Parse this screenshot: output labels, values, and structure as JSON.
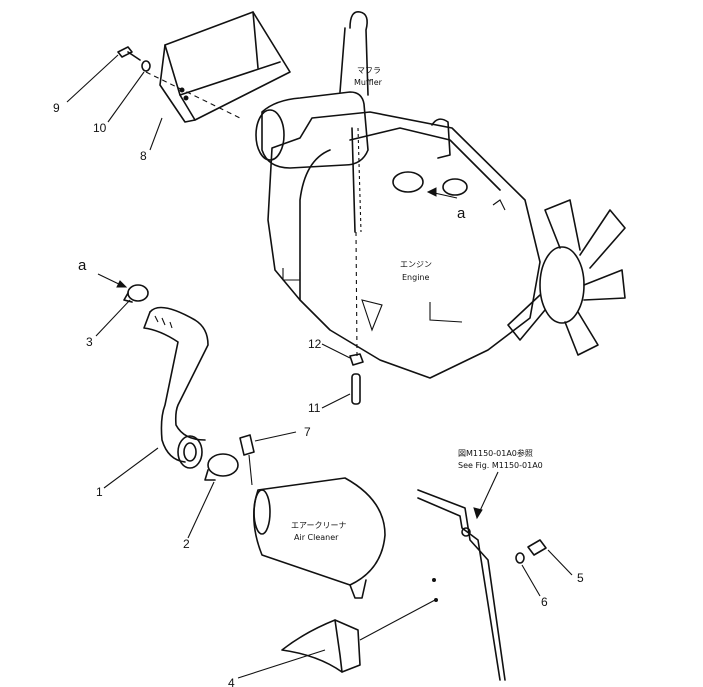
{
  "parts": [
    {
      "id": "1",
      "name": "hose"
    },
    {
      "id": "2",
      "name": "clamp"
    },
    {
      "id": "3",
      "name": "clamp"
    },
    {
      "id": "4",
      "name": "bracket"
    },
    {
      "id": "5",
      "name": "bolt"
    },
    {
      "id": "6",
      "name": "washer"
    },
    {
      "id": "7",
      "name": "fitting"
    },
    {
      "id": "8",
      "name": "cover"
    },
    {
      "id": "9",
      "name": "bolt"
    },
    {
      "id": "10",
      "name": "washer"
    },
    {
      "id": "11",
      "name": "pipe"
    },
    {
      "id": "12",
      "name": "nut"
    }
  ],
  "labels": {
    "muffler_jp": "マフラ",
    "muffler_en": "Muffler",
    "engine_jp": "エンジン",
    "engine_en": "Engine",
    "aircleaner_jp": "エアークリーナ",
    "aircleaner_en": "Air Cleaner",
    "seefig_jp": "図M1150-01A0参照",
    "seefig_en": "See Fig. M1150-01A0",
    "connection_a": "a"
  }
}
